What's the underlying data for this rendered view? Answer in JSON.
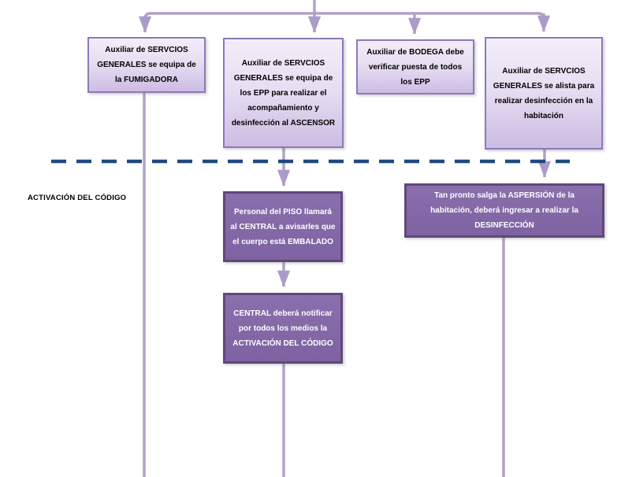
{
  "diagram": {
    "phase_label": "ACTIVACIÓN DEL CÓDIGO",
    "top_row": [
      {
        "id": "box-fumigadora",
        "text": "Auxiliar de SERVCIOS GENERALES se equipa de la FUMIGADORA"
      },
      {
        "id": "box-epp-ascensor",
        "text": "Auxiliar de SERVCIOS GENERALES se equipa de los EPP para realizar el acompañamiento y desinfección al ASCENSOR"
      },
      {
        "id": "box-bodega",
        "text": "Auxiliar de BODEGA debe verificar puesta de todos los EPP"
      },
      {
        "id": "box-alista",
        "text": "Auxiliar de SERVCIOS GENERALES se alista para realizar desinfección en la habitación"
      }
    ],
    "activation_row": [
      {
        "id": "box-personal-piso",
        "text": "Personal del PISO llamará al CENTRAL a avisarles que el cuerpo está EMBALADO"
      },
      {
        "id": "box-central",
        "text": "CENTRAL deberá notificar por todos los medios la ACTIVACIÓN DEL CÓDIGO"
      },
      {
        "id": "box-aspersion",
        "text": "Tan pronto salga la ASPERSIÓN de la habitación, deberá ingresar a realizar la DESINFECCIÓN"
      }
    ],
    "colors": {
      "light_box_fill_top": "#F3EEF9",
      "light_box_fill_bottom": "#CDBCE4",
      "light_box_border": "#8E79B8",
      "dark_box_fill": "#8064A2",
      "dark_box_border": "#5F497A",
      "connector": "#B2A1C7",
      "arrowhead": "#AC9AC8",
      "dashed_line": "#1F497D",
      "text_dark": "#000000",
      "text_light": "#FFFFFF"
    }
  }
}
